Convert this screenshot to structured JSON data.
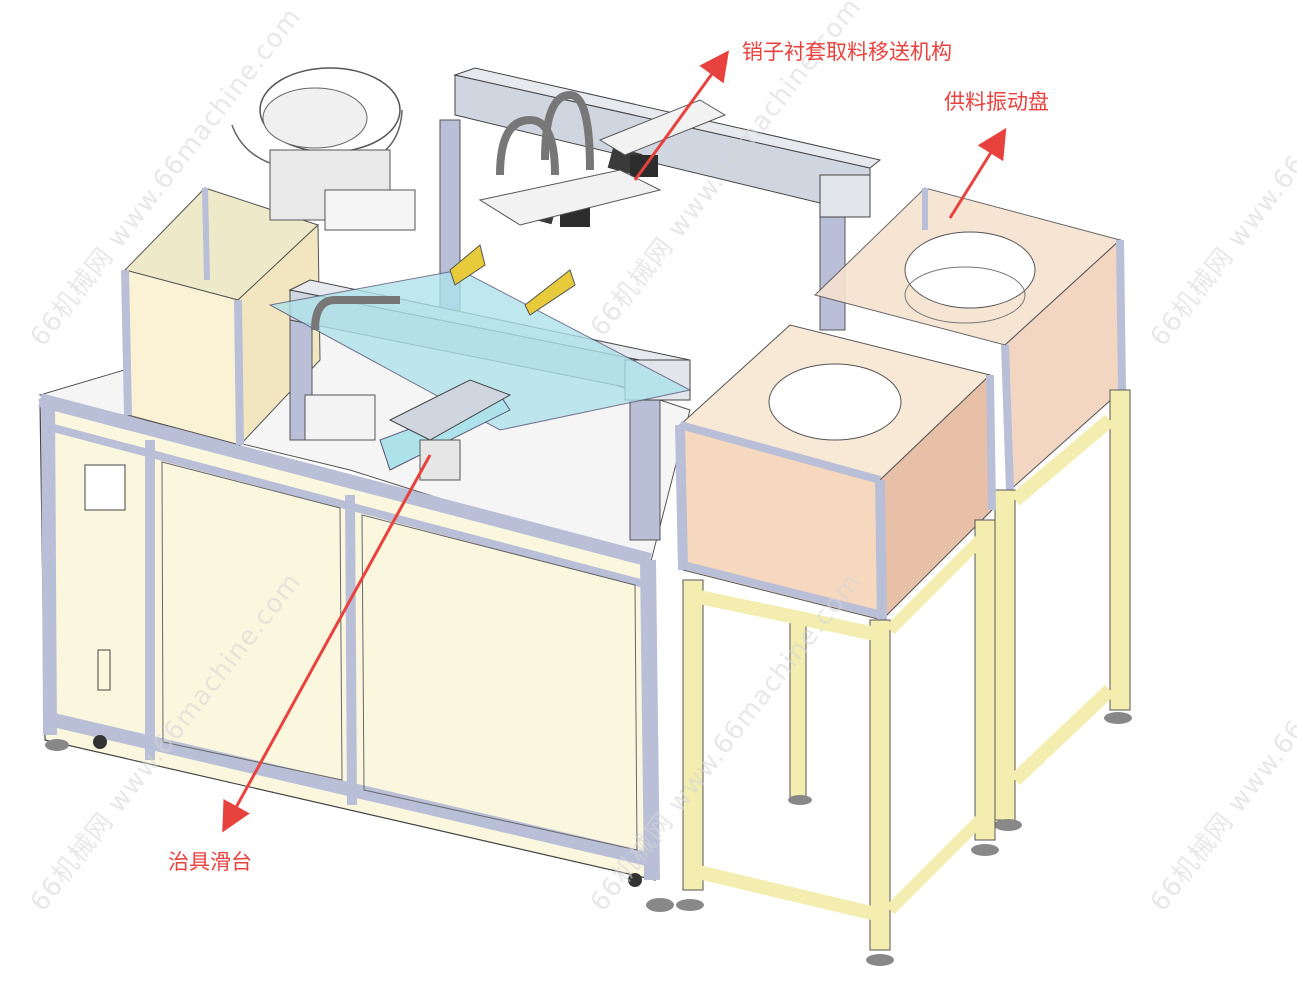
{
  "labels": {
    "pin_sleeve_mechanism": "销子衬套取料移送机构",
    "feeder_bowl": "供料振动盘",
    "fixture_slide": "治具滑台"
  },
  "watermark": {
    "text": "66机械网 www.66machine.com"
  },
  "colors": {
    "annotation": "#e8423f",
    "frame": "#b9bfd6",
    "panel": "#fbf7df",
    "stand": "#f3eeb0",
    "cabinet_peach": "#f4ddc4",
    "rail_blue": "#aee2ea",
    "motor": "#3a3a3a",
    "gold": "#e7cb3a"
  }
}
